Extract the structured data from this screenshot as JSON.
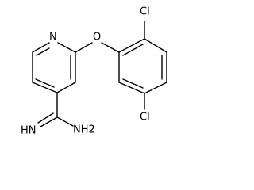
{
  "labels": {
    "n_ring": "N",
    "o_ether": "O",
    "cl_top": "Cl",
    "cl_bottom": "Cl",
    "nh_imine": "HN",
    "nh2_amine": "NH2"
  },
  "colors": {
    "stroke": "#000000",
    "text": "#000000",
    "background": "#ffffff"
  }
}
